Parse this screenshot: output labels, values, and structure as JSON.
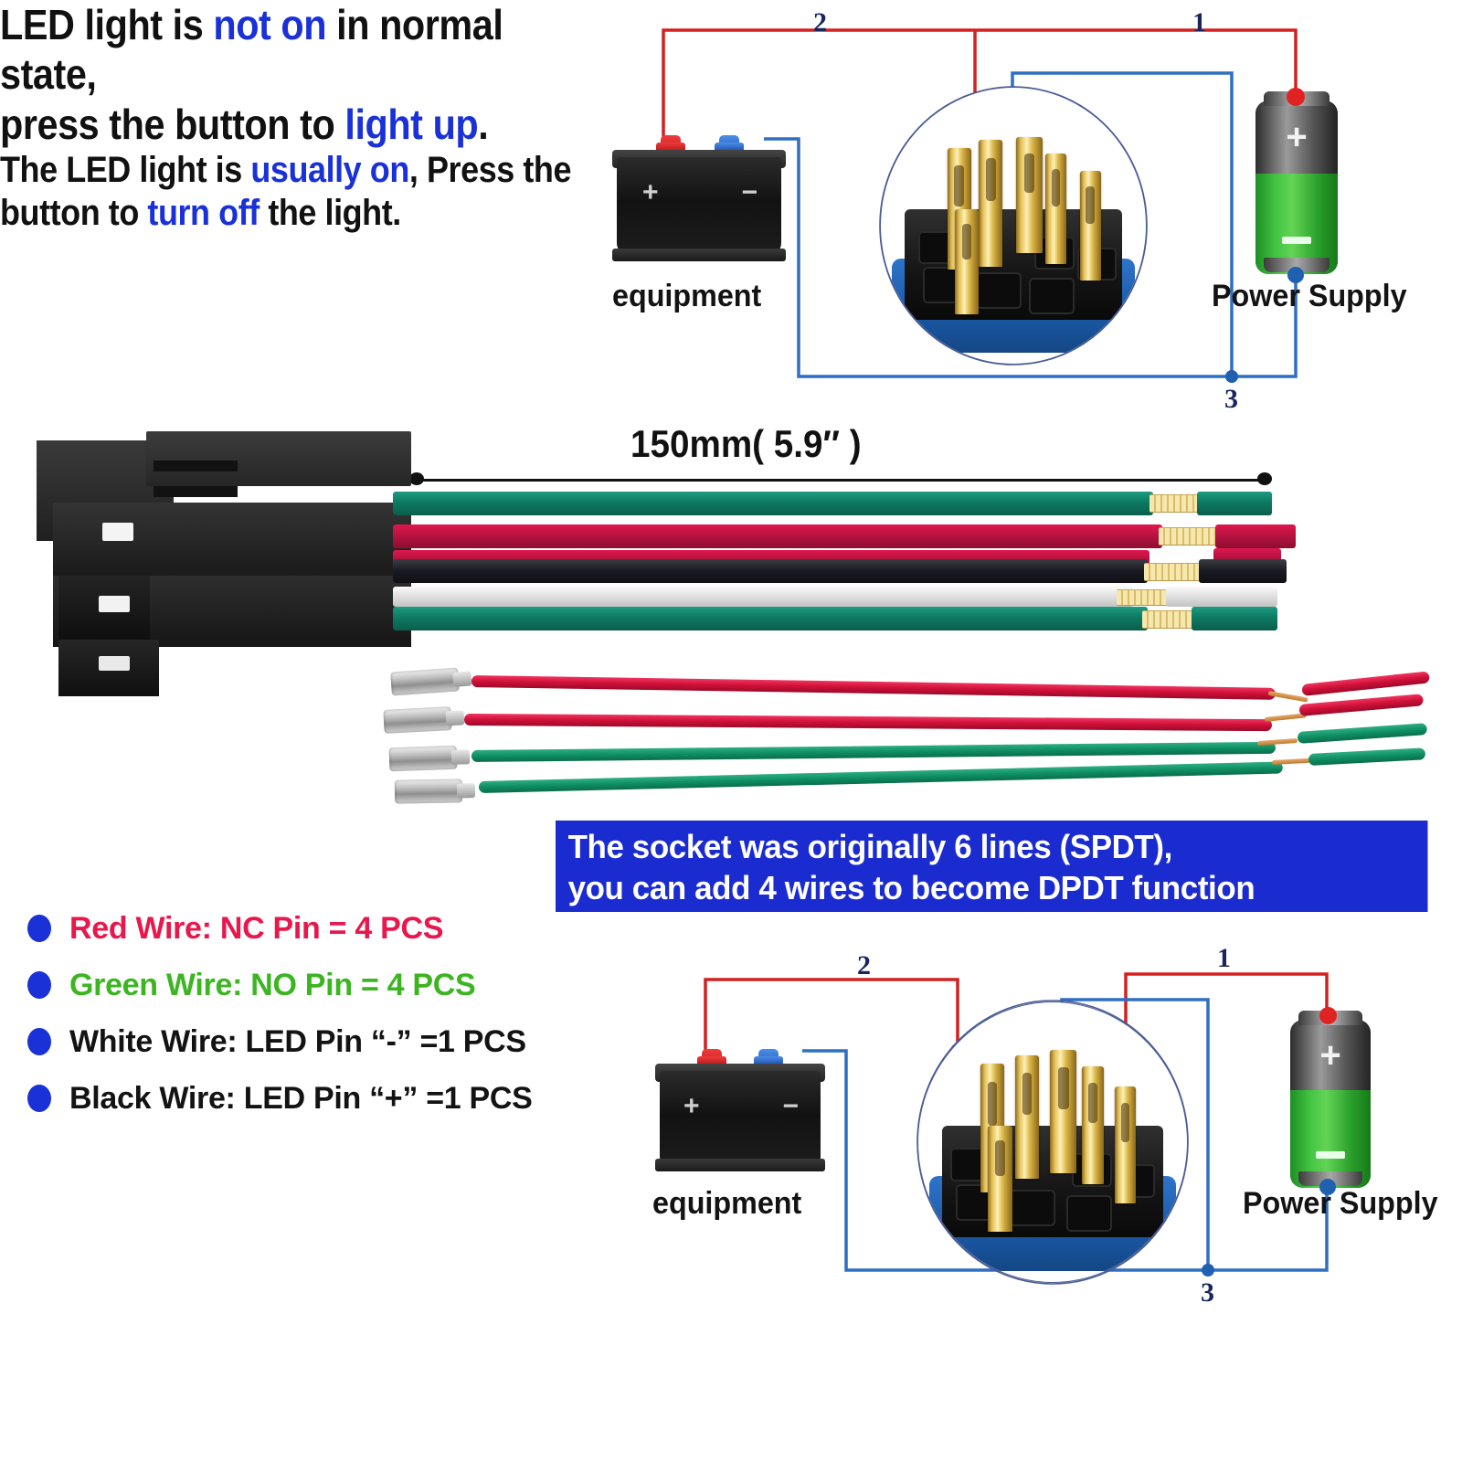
{
  "headline_top": {
    "line1_a": "LED light is ",
    "line1_hl": "not on",
    "line1_b": " in normal state,",
    "line2_a": "press the button to ",
    "line2_hl": "light up",
    "line2_b": "."
  },
  "headline_bottom": {
    "line1_a": "The LED light is ",
    "line1_hl": "usually on",
    "line1_b": ", Press the",
    "line2_a": "button to ",
    "line2_hl": "turn off",
    "line2_b": " the light."
  },
  "dimension": {
    "label": "150mm(  5.9″  )"
  },
  "banner": {
    "line1": "The socket was originally 6 lines (SPDT),",
    "line2": "you can add 4 wires to become DPDT function",
    "background": "#1a2bd0",
    "text_color": "#ffffff"
  },
  "wire_list": [
    {
      "text": "Red  Wire: NC Pin = 4 PCS",
      "color": "#e8174c"
    },
    {
      "text": "Green  Wire: NO Pin = 4 PCS",
      "color": "#3cb521"
    },
    {
      "text": "White Wire: LED Pin “-” =1 PCS",
      "color": "#131313"
    },
    {
      "text": "Black  Wire: LED Pin “+” =1 PCS",
      "color": "#131313"
    }
  ],
  "diagram_top": {
    "num_1": "1",
    "num_2": "2",
    "num_3": "3",
    "equipment_label": "equipment",
    "power_label": "Power Supply",
    "equipment_plus": "+",
    "equipment_minus": "−",
    "cell_plus": "+",
    "wire_red": "#d42020",
    "wire_blue": "#2e6fc2"
  },
  "diagram_bottom": {
    "num_1": "1",
    "num_2": "2",
    "num_3": "3",
    "equipment_label": "equipment",
    "power_label": "Power Supply",
    "equipment_plus": "+",
    "equipment_minus": "−",
    "cell_plus": "+",
    "wire_red": "#d42020",
    "wire_blue": "#2e6fc2"
  },
  "colors": {
    "accent_blue": "#1a31d8",
    "bullet": "#1a31d8",
    "navy": "#18255e"
  }
}
